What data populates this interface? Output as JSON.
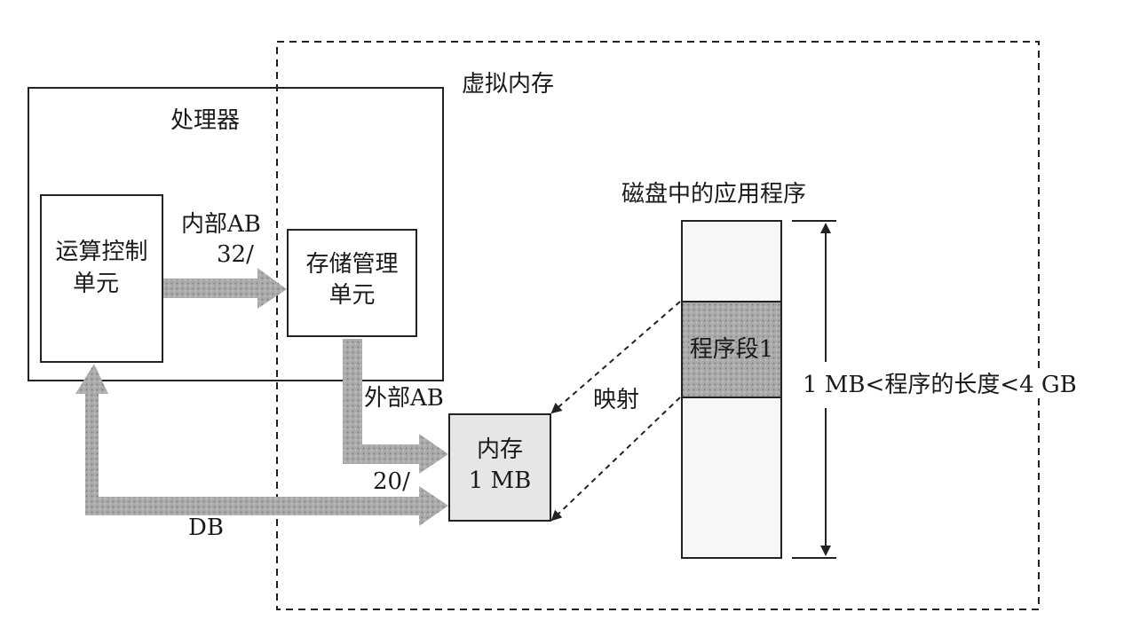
{
  "labels": {
    "virtual_memory": "虚拟内存",
    "processor": "处理器",
    "alu_line1": "运算控制",
    "alu_line2": "单元",
    "mmu_line1": "存储管理",
    "mmu_line2": "单元",
    "internal_ab": "内部AB",
    "internal_ab_width": "32/",
    "external_ab": "外部AB",
    "external_ab_width": "20/",
    "db": "DB",
    "memory_line1": "内存",
    "memory_line2": "1 MB",
    "mapping": "映射",
    "disk_program": "磁盘中的应用程序",
    "segment": "程序段1",
    "program_length": "1 MB<程序的长度<4 GB"
  },
  "colors": {
    "line": "#222222",
    "bus_fill": "#a9a9a9",
    "segment_fill": "#9a9a9a",
    "memory_fill": "#e6e6e6"
  }
}
